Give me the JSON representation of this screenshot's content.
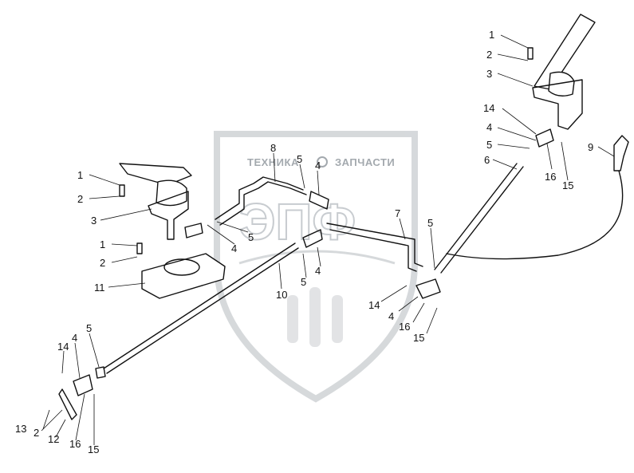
{
  "watermark": {
    "top_text_left": "ТЕХНИКА",
    "top_text_right": "ЗАПЧАСТИ",
    "logo_letters": "ЭПФ"
  },
  "callouts": [
    {
      "id": "c-left-1",
      "text": "1"
    },
    {
      "id": "c-left-2",
      "text": "2"
    },
    {
      "id": "c-left-3",
      "text": "3"
    },
    {
      "id": "c-left-1b",
      "text": "1"
    },
    {
      "id": "c-left-2b",
      "text": "2"
    },
    {
      "id": "c-left-11",
      "text": "11"
    },
    {
      "id": "c-mid-8",
      "text": "8"
    },
    {
      "id": "c-mid-5a",
      "text": "5"
    },
    {
      "id": "c-mid-4a",
      "text": "4"
    },
    {
      "id": "c-mid-4b",
      "text": "4"
    },
    {
      "id": "c-mid-5b",
      "text": "5"
    },
    {
      "id": "c-mid-10",
      "text": "10"
    },
    {
      "id": "c-mid-5c",
      "text": "5"
    },
    {
      "id": "c-mid-4c",
      "text": "4"
    },
    {
      "id": "c-mid-7",
      "text": "7"
    },
    {
      "id": "c-mid-5d",
      "text": "5"
    },
    {
      "id": "c-mid-14",
      "text": "14"
    },
    {
      "id": "c-mid-4d",
      "text": "4"
    },
    {
      "id": "c-mid-16",
      "text": "16"
    },
    {
      "id": "c-mid-15",
      "text": "15"
    },
    {
      "id": "c-right-1",
      "text": "1"
    },
    {
      "id": "c-right-2",
      "text": "2"
    },
    {
      "id": "c-right-3",
      "text": "3"
    },
    {
      "id": "c-right-14",
      "text": "14"
    },
    {
      "id": "c-right-4",
      "text": "4"
    },
    {
      "id": "c-right-5",
      "text": "5"
    },
    {
      "id": "c-right-6",
      "text": "6"
    },
    {
      "id": "c-right-16",
      "text": "16"
    },
    {
      "id": "c-right-15",
      "text": "15"
    },
    {
      "id": "c-right-9",
      "text": "9"
    },
    {
      "id": "c-bl-5",
      "text": "5"
    },
    {
      "id": "c-bl-4",
      "text": "4"
    },
    {
      "id": "c-bl-14",
      "text": "14"
    },
    {
      "id": "c-bl-13",
      "text": "13"
    },
    {
      "id": "c-bl-2",
      "text": "2"
    },
    {
      "id": "c-bl-12",
      "text": "12"
    },
    {
      "id": "c-bl-16",
      "text": "16"
    },
    {
      "id": "c-bl-15",
      "text": "15"
    }
  ]
}
